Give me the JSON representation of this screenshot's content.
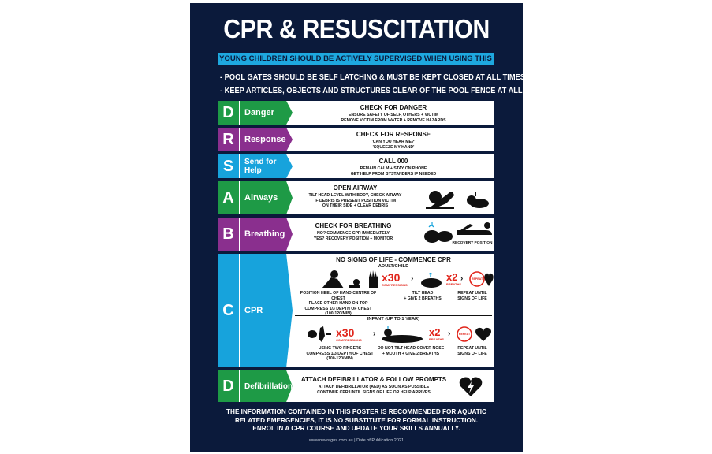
{
  "title": "CPR & RESUSCITATION",
  "supervise_banner": "YOUNG CHILDREN SHOULD BE ACTIVELY SUPERVISED WHEN USING THIS SWIMMING POOL",
  "bullets": [
    "- POOL GATES SHOULD BE SELF LATCHING & MUST BE KEPT CLOSED AT ALL TIMES",
    "- KEEP ARTICLES, OBJECTS AND STRUCTURES CLEAR OF THE POOL FENCE AT ALL TIMES"
  ],
  "colors": {
    "background": "#0b1a3b",
    "green": "#1e9a46",
    "purple": "#8a2f8e",
    "blue": "#17a3dc"
  },
  "steps": {
    "danger": {
      "letter": "D",
      "label": "Danger",
      "title": "CHECK FOR DANGER",
      "line1": "ENSURE SAFETY OF SELF, OTHERS + VICTIM",
      "line2": "REMOVE VICTIM FROM WATER + REMOVE HAZARDS"
    },
    "response": {
      "letter": "R",
      "label": "Response",
      "title": "CHECK FOR RESPONSE",
      "line1": "'CAN YOU HEAR ME?'",
      "line2": "'SQUEEZE MY HAND'"
    },
    "send": {
      "letter": "S",
      "label": "Send for Help",
      "title": "CALL 000",
      "line1": "REMAIN CALM + STAY ON PHONE",
      "line2": "GET HELP FROM BYSTANDERS IF NEEDED"
    },
    "airways": {
      "letter": "A",
      "label": "Airways",
      "title": "OPEN AIRWAY",
      "line1": "TILT HEAD LEVEL WITH BODY, CHECK AIRWAY",
      "line2": "IF DEBRIS IS PRESENT POSITION VICTIM",
      "line3": "ON THEIR SIDE + CLEAR DEBRIS"
    },
    "breathing": {
      "letter": "B",
      "label": "Breathing",
      "title": "CHECK FOR BREATHING",
      "line1": "NO? COMMENCE CPR IMMEDIATELY",
      "line2": "YES? RECOVERY POSITION + MONITOR",
      "recovery": "RECOVERY POSITION"
    },
    "cpr": {
      "letter": "C",
      "label": "CPR",
      "title": "NO SIGNS OF LIFE - COMMENCE CPR",
      "adult": {
        "heading": "ADULT/CHILD",
        "x30": "x30",
        "compressions": "COMPRESSIONS",
        "x2": "x2",
        "breaths": "BREATHS",
        "repeat": "REPEAT",
        "col1": [
          "POSITION HEEL OF HAND CENTRE OF CHEST",
          "PLACE OTHER HAND ON TOP",
          "COMPRESS 1/3 DEPTH OF CHEST",
          "(100-120/MIN)"
        ],
        "col2": [
          "TILT HEAD",
          "+ GIVE 2 BREATHS"
        ],
        "col3": [
          "REPEAT UNTIL",
          "SIGNS OF LIFE"
        ]
      },
      "infant": {
        "heading": "INFANT (UP TO 1 YEAR)",
        "x30": "x30",
        "compressions": "COMPRESSIONS",
        "x2": "x2",
        "breaths": "BREATHS",
        "repeat": "REPEAT",
        "col1": [
          "USING TWO FINGERS",
          "COMPRESS 1/3 DEPTH OF CHEST",
          "(100-120/MIN)"
        ],
        "col2": [
          "DO NOT TILT HEAD COVER NOSE",
          "+ MOUTH + GIVE 2 BREATHS"
        ],
        "col3": [
          "REPEAT UNTIL",
          "SIGNS OF LIFE"
        ]
      }
    },
    "defib": {
      "letter": "D",
      "label": "Defibrillation",
      "title": "ATTACH DEFIBRILLATOR & FOLLOW PROMPTS",
      "line1": "ATTACH DEFIBRILLATOR (AED) AS SOON AS POSSIBLE",
      "line2": "CONTINUE CPR UNTIL SIGNS OF LIFE OR HELP ARRIVES"
    }
  },
  "footer": [
    "THE INFORMATION CONTAINED IN THIS POSTER IS RECOMMENDED FOR AQUATIC",
    "RELATED EMERGENCIES, IT IS NO SUBSTITUTE FOR FORMAL INSTRUCTION.",
    "ENROL IN A CPR COURSE AND UPDATE YOUR SKILLS ANNUALLY."
  ],
  "publication": "www.newsigns.com.au | Date of Publication 2021"
}
